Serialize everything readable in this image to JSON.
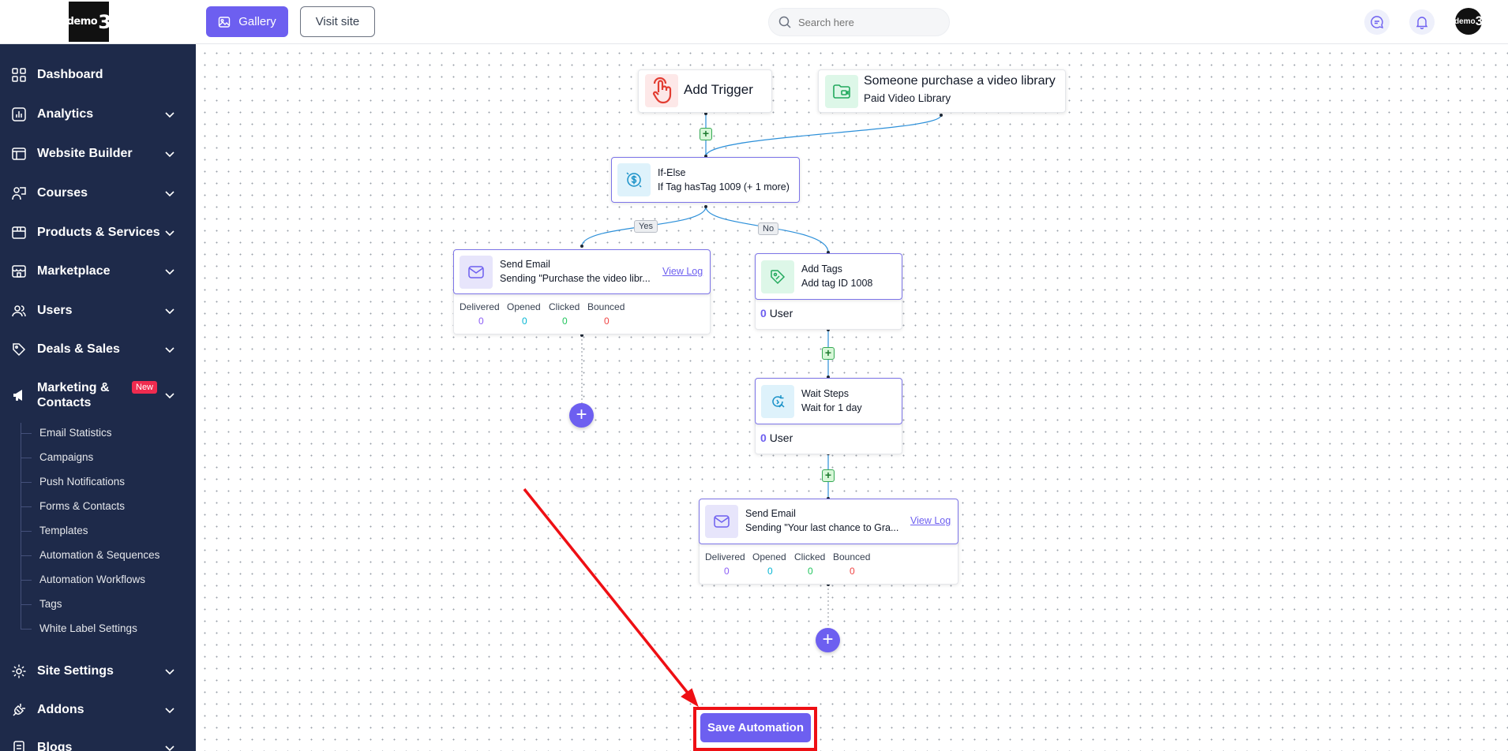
{
  "logo": {
    "text_small": "demo",
    "text_big": "3"
  },
  "sidebar": {
    "items": [
      {
        "label": "Dashboard",
        "icon": "grid-icon"
      },
      {
        "label": "Analytics",
        "icon": "bar-chart-icon"
      },
      {
        "label": "Website Builder",
        "icon": "layout-icon"
      },
      {
        "label": "Courses",
        "icon": "teacher-icon"
      },
      {
        "label": "Products & Services",
        "icon": "box-icon"
      },
      {
        "label": "Marketplace",
        "icon": "store-icon"
      },
      {
        "label": "Users",
        "icon": "users-icon"
      },
      {
        "label": "Deals & Sales",
        "icon": "tag-icon"
      },
      {
        "label": "Marketing & Contacts",
        "label_line1": "Marketing &",
        "label_line2": "Contacts",
        "icon": "megaphone-icon",
        "badge": "New"
      },
      {
        "label": "Site Settings",
        "icon": "gear-icon"
      },
      {
        "label": "Addons",
        "icon": "plug-icon"
      },
      {
        "label": "Blogs",
        "icon": "document-icon"
      }
    ],
    "sub_items": [
      "Email Statistics",
      "Campaigns",
      "Push Notifications",
      "Forms & Contacts",
      "Templates",
      "Automation & Sequences",
      "Automation Workflows",
      "Tags",
      "White Label Settings"
    ]
  },
  "topbar": {
    "gallery_label": "Gallery",
    "visit_label": "Visit site",
    "search_placeholder": "Search here"
  },
  "flow": {
    "trigger_add": "Add Trigger",
    "trigger_event": {
      "title": "Someone purchase a video library",
      "subtitle": "Paid Video Library"
    },
    "ifelse": {
      "title": "If-Else",
      "subtitle": "If Tag hasTag 1009 (+ 1 more)"
    },
    "yes_label": "Yes",
    "no_label": "No",
    "email1": {
      "title": "Send Email",
      "subtitle": "Sending \"Purchase the video libr...",
      "link": "View Log",
      "stats": [
        {
          "label": "Delivered",
          "value": "0"
        },
        {
          "label": "Opened",
          "value": "0"
        },
        {
          "label": "Clicked",
          "value": "0"
        },
        {
          "label": "Bounced",
          "value": "0"
        }
      ]
    },
    "addtags": {
      "title": "Add Tags",
      "subtitle": "Add tag ID 1008",
      "count": "0",
      "count_label": "User"
    },
    "wait": {
      "title": "Wait Steps",
      "subtitle": "Wait for 1 day",
      "count": "0",
      "count_label": "User"
    },
    "email2": {
      "title": "Send Email",
      "subtitle": "Sending \"Your last chance to Gra...",
      "link": "View Log",
      "stats": [
        {
          "label": "Delivered",
          "value": "0"
        },
        {
          "label": "Opened",
          "value": "0"
        },
        {
          "label": "Clicked",
          "value": "0"
        },
        {
          "label": "Bounced",
          "value": "0"
        }
      ]
    }
  },
  "save_label": "Save Automation",
  "colors": {
    "accent": "#6d5ff0",
    "sidebar_bg": "#1e2a4a",
    "delivered": "#8b5cf6",
    "opened": "#06b6d4",
    "clicked": "#22c55e",
    "bounced": "#ef4444",
    "annotation": "#ee0f14"
  }
}
